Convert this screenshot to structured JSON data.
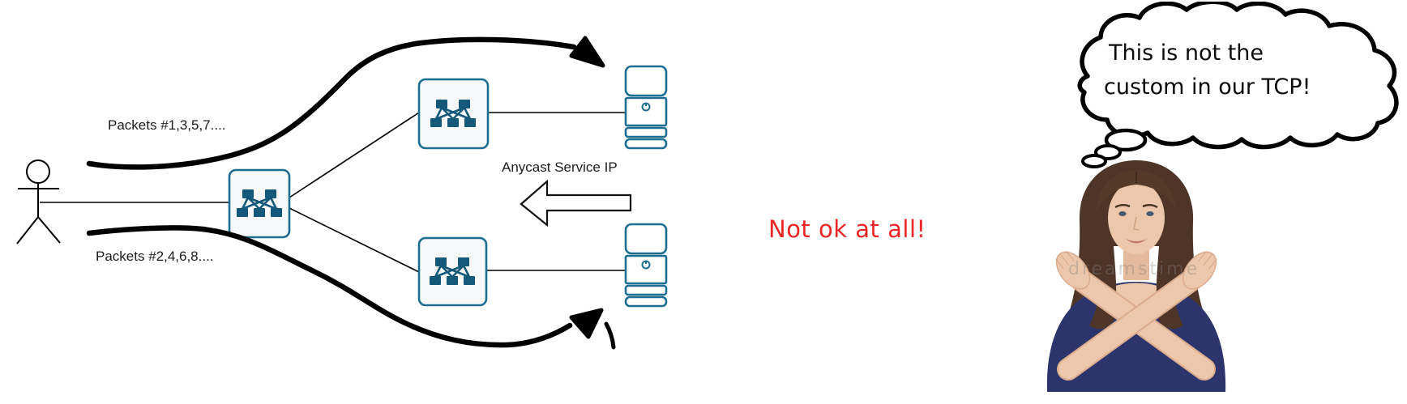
{
  "figure": {
    "top_flow_label": "Packets #1,3,5,7....",
    "bottom_flow_label": "Packets #2,4,6,8....",
    "anycast_label": "Anycast Service IP"
  },
  "caption": {
    "text": "Not ok at all!",
    "color": "#e92525"
  },
  "bubble": {
    "line1": "This is not the",
    "line2": "custom in our TCP!"
  },
  "photo": {
    "watermark": "dreamstime"
  },
  "colors": {
    "node_stroke": "#1d6e90",
    "node_fill": "#f7f8f9",
    "node_icon": "#14587a",
    "line_black": "#000000",
    "caption_red": "#e92525",
    "shirt_navy": "#2c356b",
    "skin": "#ecc7ab",
    "hair": "#4e3527"
  },
  "icons": {
    "person": "stick-figure-icon",
    "switch": "network-switch-icon",
    "server": "server-icon",
    "flow_top": "curved-arrow-icon",
    "flow_bottom": "curved-arrow-icon",
    "anycast_arrow": "left-block-arrow-icon",
    "bubble": "thought-bubble"
  }
}
